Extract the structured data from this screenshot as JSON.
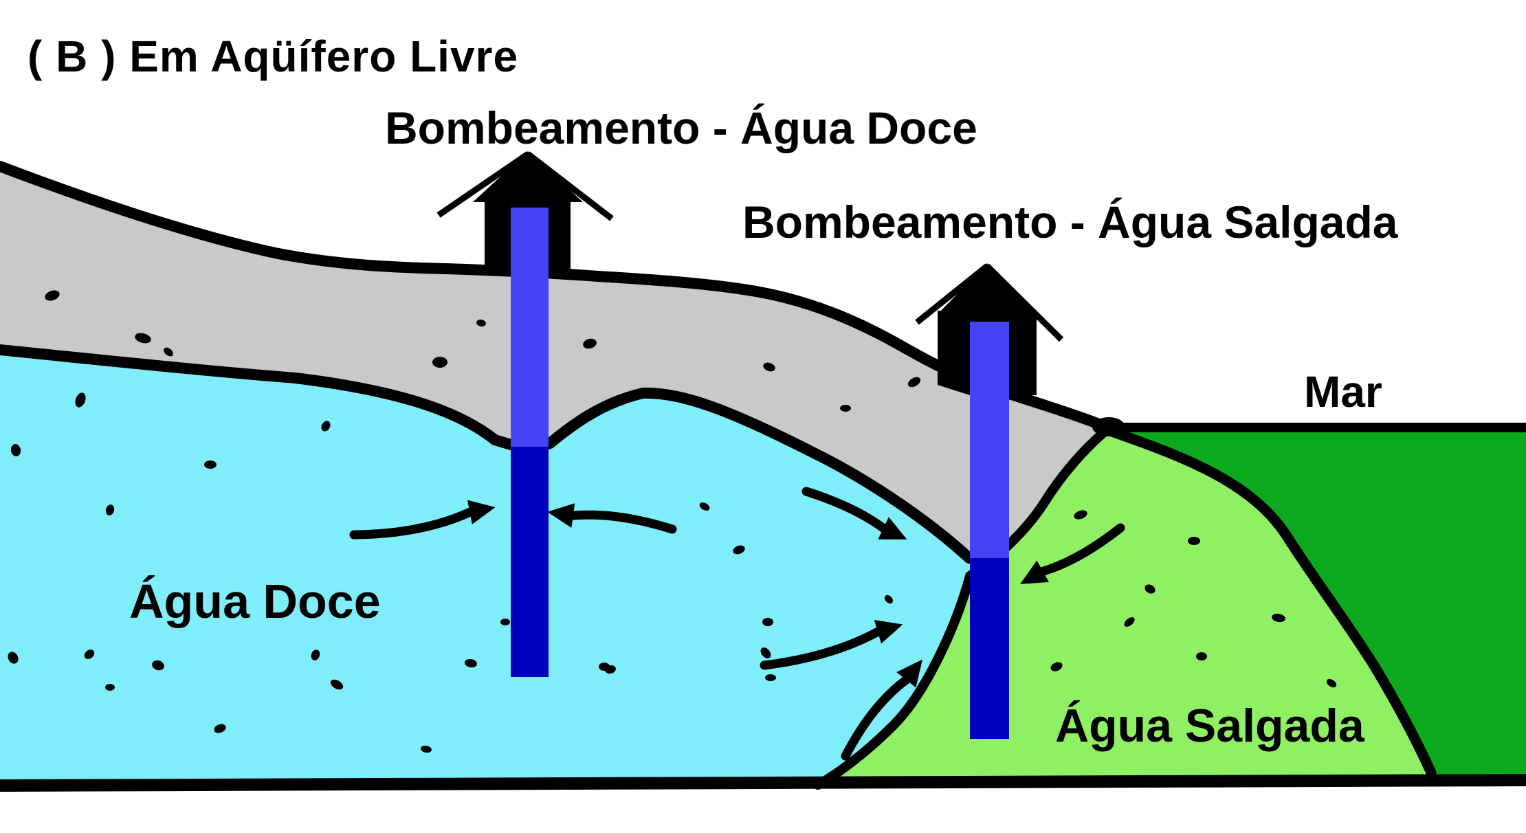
{
  "title": "( B ) Em Aqüífero Livre",
  "labels": {
    "pump_fresh": "Bombeamento - Água Doce",
    "pump_salt": "Bombeamento - Água Salgada",
    "sea": "Mar",
    "fresh_water": "Água Doce",
    "salt_water": "Água Salgada"
  },
  "colors": {
    "bg": "#FFFFFF",
    "soil": "#C9C9C9",
    "fresh": "#80EDFB",
    "salt": "#90F064",
    "sea": "#0CA81E",
    "wellUpper": "#4444F5",
    "wellLower": "#0000BE",
    "ink": "#000000"
  },
  "speckles": [
    [
      76,
      430,
      11,
      7,
      -20
    ],
    [
      208,
      492,
      12,
      7,
      15
    ],
    [
      245,
      512,
      8,
      5,
      40
    ],
    [
      640,
      527,
      11,
      8,
      0
    ],
    [
      858,
      500,
      10,
      7,
      -15
    ],
    [
      1119,
      534,
      9,
      6,
      20
    ],
    [
      1230,
      594,
      8,
      5,
      0
    ],
    [
      1330,
      556,
      10,
      6,
      -30
    ],
    [
      700,
      470,
      7,
      5,
      10
    ],
    [
      117,
      582,
      11,
      7,
      -70
    ],
    [
      306,
      676,
      9,
      6,
      0
    ],
    [
      474,
      620,
      8,
      6,
      -60
    ],
    [
      23,
      655,
      9,
      7,
      80
    ],
    [
      160,
      742,
      6,
      8,
      15
    ],
    [
      879,
      970,
      8,
      6,
      0
    ],
    [
      1025,
      737,
      8,
      5,
      30
    ],
    [
      1075,
      800,
      9,
      6,
      -20
    ],
    [
      1117,
      905,
      8,
      6,
      0
    ],
    [
      1293,
      872,
      7,
      5,
      45
    ],
    [
      735,
      905,
      7,
      5,
      0
    ],
    [
      19,
      957,
      9,
      7,
      60
    ],
    [
      130,
      952,
      8,
      6,
      -40
    ],
    [
      230,
      968,
      9,
      7,
      20
    ],
    [
      459,
      953,
      8,
      6,
      -70
    ],
    [
      490,
      996,
      10,
      6,
      30
    ],
    [
      685,
      965,
      9,
      6,
      10
    ],
    [
      888,
      974,
      8,
      6,
      -15
    ],
    [
      1114,
      950,
      9,
      6,
      50
    ],
    [
      1121,
      986,
      8,
      5,
      0
    ],
    [
      320,
      1060,
      9,
      6,
      -20
    ],
    [
      620,
      1090,
      8,
      5,
      10
    ],
    [
      160,
      1000,
      7,
      5,
      0
    ],
    [
      1572,
      749,
      10,
      6,
      -20
    ],
    [
      1737,
      787,
      9,
      6,
      0
    ],
    [
      1673,
      857,
      8,
      6,
      30
    ],
    [
      1643,
      905,
      9,
      5,
      -40
    ],
    [
      1860,
      899,
      10,
      6,
      10
    ],
    [
      1748,
      955,
      8,
      6,
      0
    ],
    [
      1537,
      970,
      9,
      6,
      -25
    ],
    [
      1937,
      994,
      8,
      5,
      35
    ]
  ],
  "arrows": [
    [
      515,
      778,
      705,
      741,
      18
    ],
    [
      978,
      770,
      812,
      747,
      14
    ],
    [
      1173,
      715,
      1305,
      778,
      -10
    ],
    [
      1112,
      968,
      1298,
      913,
      16
    ],
    [
      1630,
      768,
      1498,
      842,
      -12
    ],
    [
      1230,
      1100,
      1332,
      972,
      -16
    ]
  ]
}
